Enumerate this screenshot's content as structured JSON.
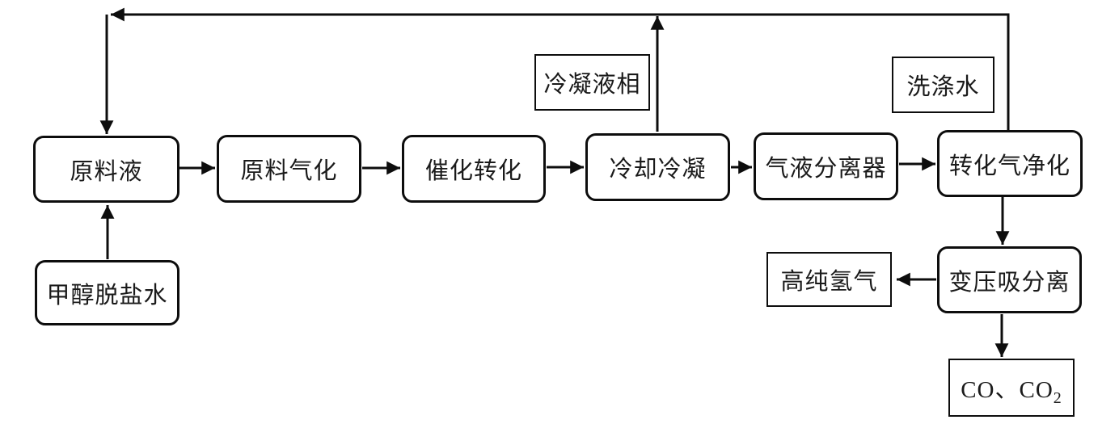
{
  "diagram": {
    "title": "",
    "colors": {
      "background": "#ffffff",
      "line": "#0d0d0d",
      "text": "#1a1a1a"
    },
    "nodes": {
      "raw_liquid": {
        "label": "原料液",
        "shape": "rounded"
      },
      "gasification": {
        "label": "原料气化",
        "shape": "rounded"
      },
      "catalytic": {
        "label": "催化转化",
        "shape": "rounded"
      },
      "cooling": {
        "label": "冷却冷凝",
        "shape": "rounded"
      },
      "separator": {
        "label": "气液分离器",
        "shape": "rounded"
      },
      "purification": {
        "label": "转化气净化",
        "shape": "rounded"
      },
      "methanol_water": {
        "label": "甲醇脱盐水",
        "shape": "rounded"
      },
      "psa": {
        "label": "变压吸分离",
        "shape": "rounded"
      },
      "condensate": {
        "label": "冷凝液相",
        "shape": "rect"
      },
      "wash_water": {
        "label": "洗涤水",
        "shape": "rect"
      },
      "hydrogen": {
        "label": "高纯氢气",
        "shape": "rect"
      },
      "co_co2": {
        "label": "CO、CO",
        "subscript": "2",
        "shape": "rect"
      }
    },
    "edges": [
      {
        "from": "methanol_water",
        "to": "raw_liquid",
        "style": "arrow-up"
      },
      {
        "from": "raw_liquid",
        "to": "gasification",
        "style": "arrow-right"
      },
      {
        "from": "gasification",
        "to": "catalytic",
        "style": "arrow-right"
      },
      {
        "from": "catalytic",
        "to": "cooling",
        "style": "arrow-right"
      },
      {
        "from": "cooling",
        "to": "separator",
        "style": "arrow-right"
      },
      {
        "from": "separator",
        "to": "purification",
        "style": "arrow-right"
      },
      {
        "from": "cooling",
        "to": "top-recycle-line",
        "style": "arrow-up",
        "label_nearby": "冷凝液相"
      },
      {
        "from": "purification",
        "to": "raw_liquid",
        "style": "recycle-over-top",
        "label_nearby": "洗涤水"
      },
      {
        "from": "purification",
        "to": "psa",
        "style": "arrow-down"
      },
      {
        "from": "psa",
        "to": "hydrogen",
        "style": "arrow-left"
      },
      {
        "from": "psa",
        "to": "co_co2",
        "style": "arrow-down"
      }
    ]
  }
}
